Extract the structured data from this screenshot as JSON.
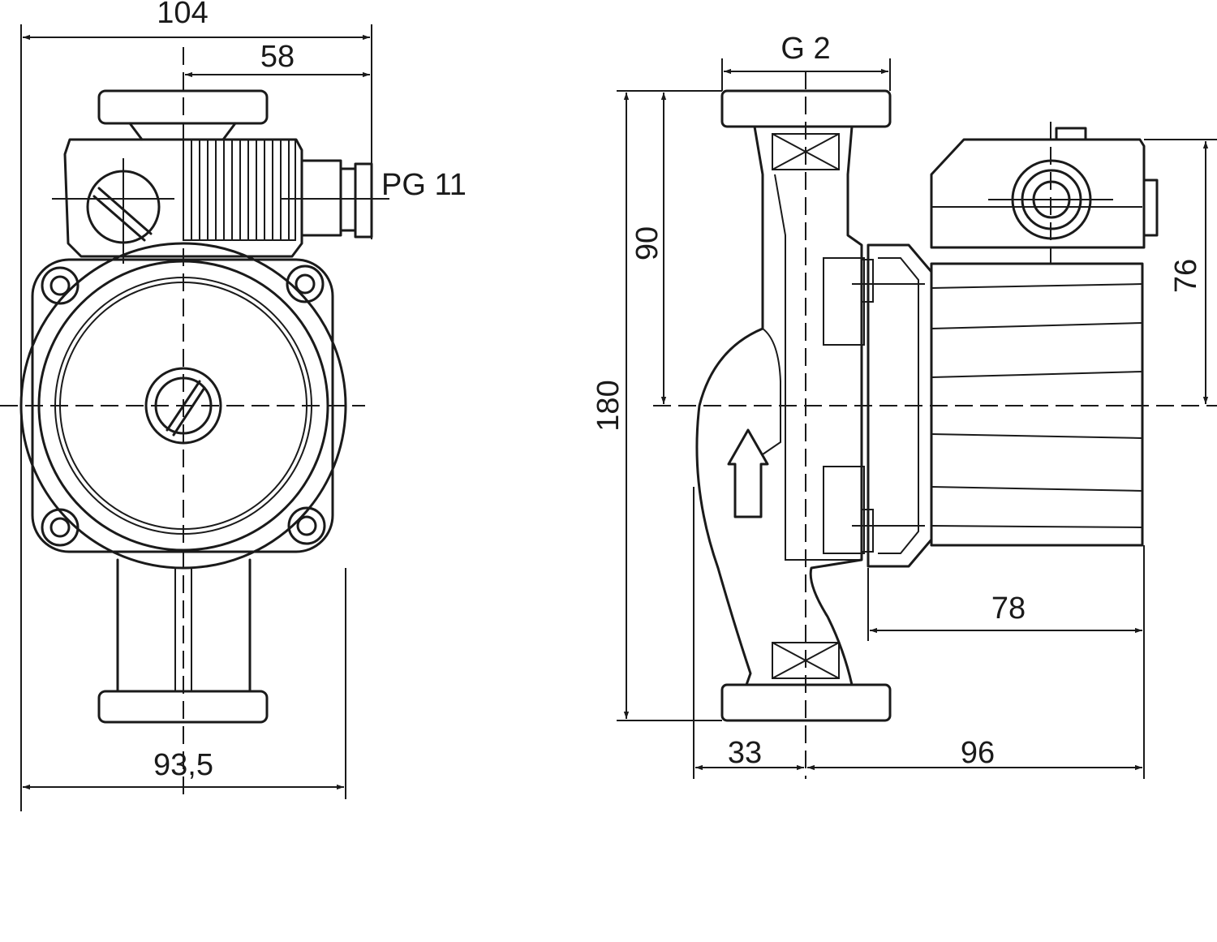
{
  "front_view": {
    "overall_width": "104",
    "half_width": "58",
    "connector_label": "PG 11",
    "base_width": "93,5"
  },
  "side_view": {
    "thread": "G 2",
    "half_height": "90",
    "total_height": "180",
    "motor_height": "76",
    "motor_length": "78",
    "inlet_offset": "33",
    "depth": "96"
  },
  "colors": {
    "ink": "#1a1a1a",
    "paper": "#ffffff"
  }
}
